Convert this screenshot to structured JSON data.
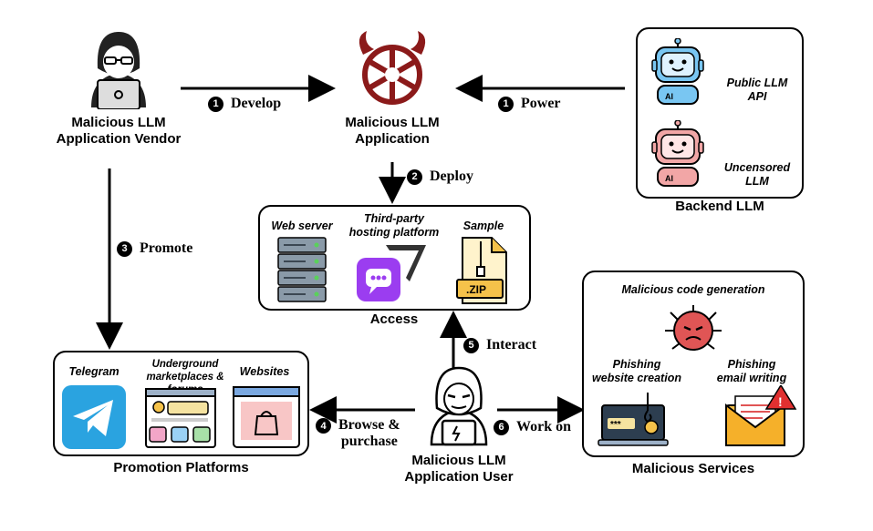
{
  "actors": {
    "vendor": "Malicious LLM\nApplication Vendor",
    "application": "Malicious LLM\nApplication",
    "user": "Malicious LLM\nApplication User"
  },
  "backend": {
    "title": "Backend LLM",
    "public_api": "Public LLM\nAPI",
    "uncensored": "Uncensored\nLLM"
  },
  "access": {
    "title": "Access",
    "web_server": "Web server",
    "third_party": "Third-party\nhosting platform",
    "sample": "Sample",
    "zip": ".ZIP"
  },
  "promotion": {
    "title": "Promotion Platforms",
    "telegram": "Telegram",
    "underground": "Underground\nmarketplaces & forums",
    "websites": "Websites"
  },
  "services": {
    "title": "Malicious Services",
    "code_gen": "Malicious code generation",
    "phishing_site": "Phishing\nwebsite creation",
    "phishing_email": "Phishing\nemail writing"
  },
  "steps": {
    "develop": {
      "num": "1",
      "label": "Develop"
    },
    "power": {
      "num": "1",
      "label": "Power"
    },
    "deploy": {
      "num": "2",
      "label": "Deploy"
    },
    "promote": {
      "num": "3",
      "label": "Promote"
    },
    "browse": {
      "num": "4",
      "label": "Browse &\npurchase"
    },
    "interact": {
      "num": "5",
      "label": "Interact"
    },
    "work_on": {
      "num": "6",
      "label": "Work on"
    }
  },
  "colors": {
    "openai_red": "#8b1a1a",
    "robot_blue": "#79c6f2",
    "robot_pink": "#f2a6a6",
    "telegram_blue": "#2aa3e0",
    "purple": "#9b3df0",
    "virus_red": "#e05555",
    "zip_yellow": "#f5c24a"
  },
  "icons": [
    "hacker-icon",
    "openai-devil-icon",
    "robot-icon",
    "server-icon",
    "hosting-platform-icon",
    "zip-file-icon",
    "telegram-icon",
    "forum-icon",
    "website-icon",
    "virus-icon",
    "laptop-phishing-icon",
    "email-alert-icon"
  ]
}
